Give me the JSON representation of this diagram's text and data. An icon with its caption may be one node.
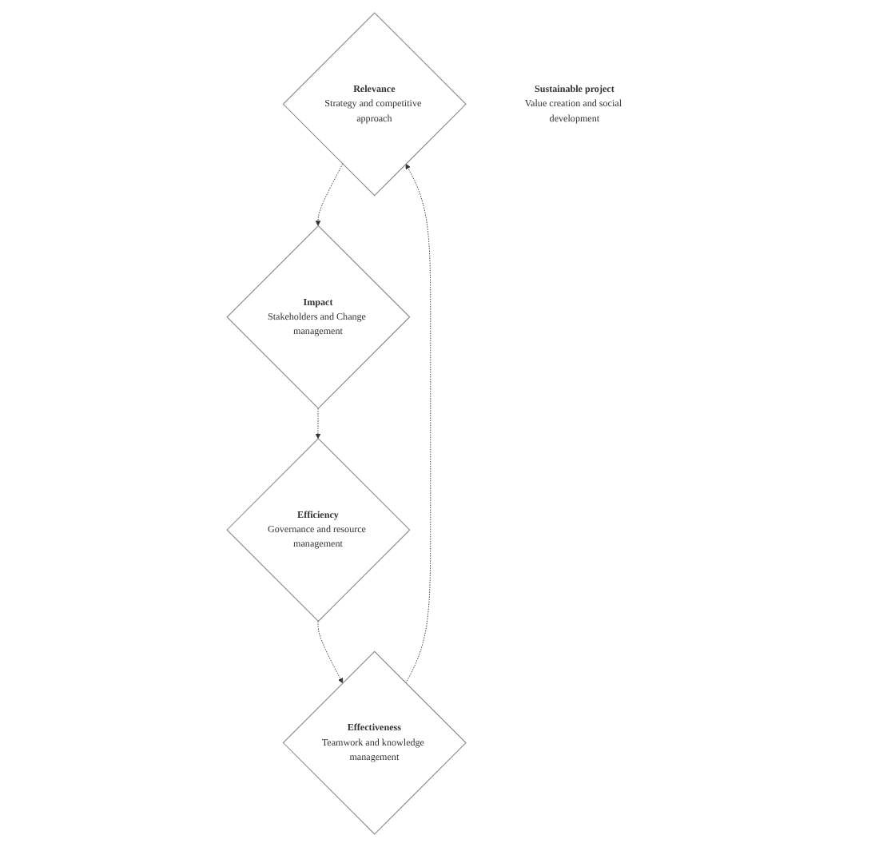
{
  "diagram": {
    "nodes": [
      {
        "text": [
          "Relevance",
          "Strategy and competitive approach"
        ]
      },
      {
        "text": [
          "Impact",
          "Stakeholders and Change management"
        ]
      },
      {
        "text": [
          "Sustainable project",
          "Value creation and social development"
        ]
      },
      {
        "text": [
          "Effectiveness",
          "Teamwork and knowledge management"
        ]
      },
      {
        "text": [
          "Efficiency",
          "Governance and resource management"
        ]
      }
    ],
    "edges": [
      {
        "from": 0,
        "to": 1,
        "arrow": "to",
        "style": "dashed"
      },
      {
        "from": 1,
        "to": 4,
        "arrow": "to",
        "style": "dashed"
      },
      {
        "from": 4,
        "to": 3,
        "arrow": "to",
        "style": "dashed"
      },
      {
        "from": 3,
        "to": 0,
        "arrow": "to",
        "style": "dashed"
      }
    ]
  }
}
